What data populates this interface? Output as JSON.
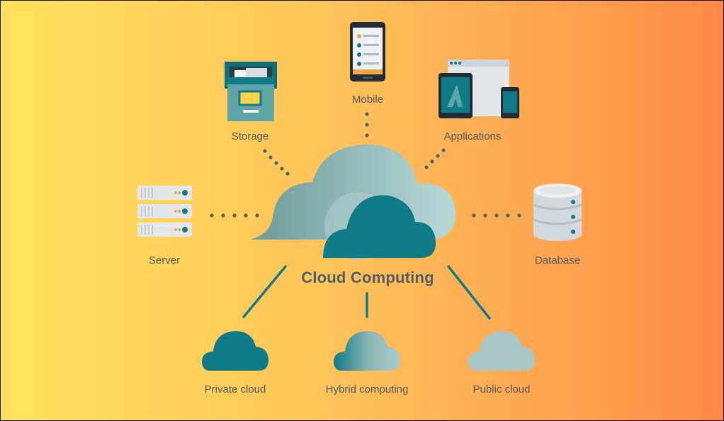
{
  "center": {
    "label": "Cloud Computing"
  },
  "nodes": {
    "storage": "Storage",
    "mobile": "Mobile",
    "applications": "Applications",
    "server": "Server",
    "database": "Database"
  },
  "cloud_types": {
    "private": "Private cloud",
    "hybrid": "Hybrid computing",
    "public": "Public cloud"
  },
  "colors": {
    "background_left": "#ffe25b",
    "background_right": "#ff8a47",
    "teal_dark": "#0f7b87",
    "teal_mid": "#7fa7a8",
    "teal_light": "#a9cccc",
    "gray_device": "#e4e7ea",
    "label_text": "#4a5a66"
  }
}
